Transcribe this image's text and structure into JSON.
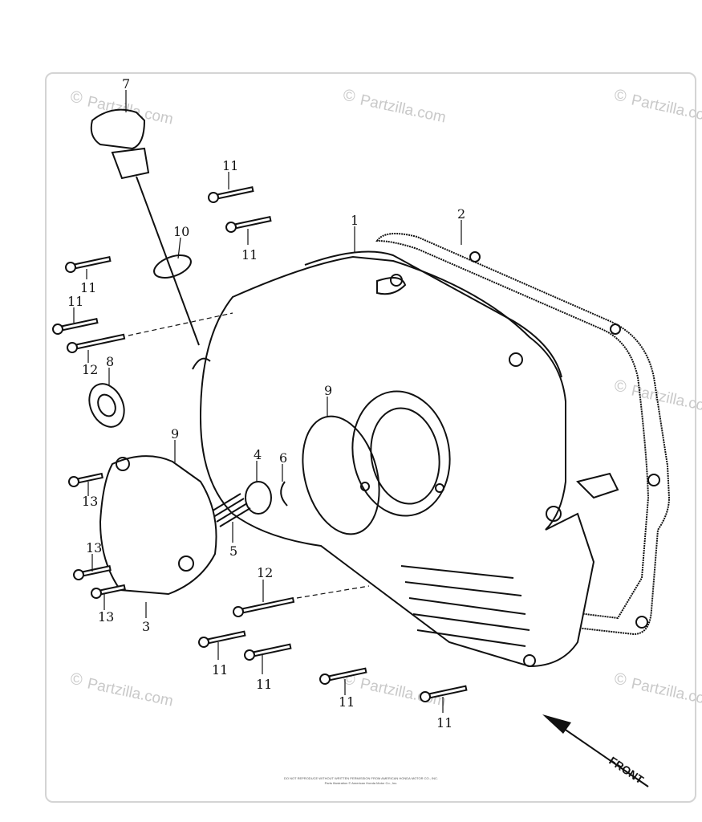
{
  "diagram": {
    "callouts": {
      "c7": "7",
      "c11a": "11",
      "c11b": "11",
      "c1": "1",
      "c2": "2",
      "c10": "10",
      "c11c": "11",
      "c11d": "11",
      "c12a": "12",
      "c8": "8",
      "c9a": "9",
      "c9b": "9",
      "c4": "4",
      "c6": "6",
      "c5": "5",
      "c13a": "13",
      "c13b": "13",
      "c13c": "13",
      "c3": "3",
      "c12b": "12",
      "c11e": "11",
      "c11f": "11",
      "c11g": "11",
      "c11h": "11"
    },
    "watermark": "Partzilla.com",
    "watermark_symbol": "©",
    "front_label": "FRONT",
    "footer_line1": "DO NOT REPRODUCE WITHOUT WRITTEN PERMISSION FROM AMERICAN HONDA MOTOR CO., INC.",
    "footer_line2": "Parts Illustration © American Honda Motor Co., Inc."
  }
}
